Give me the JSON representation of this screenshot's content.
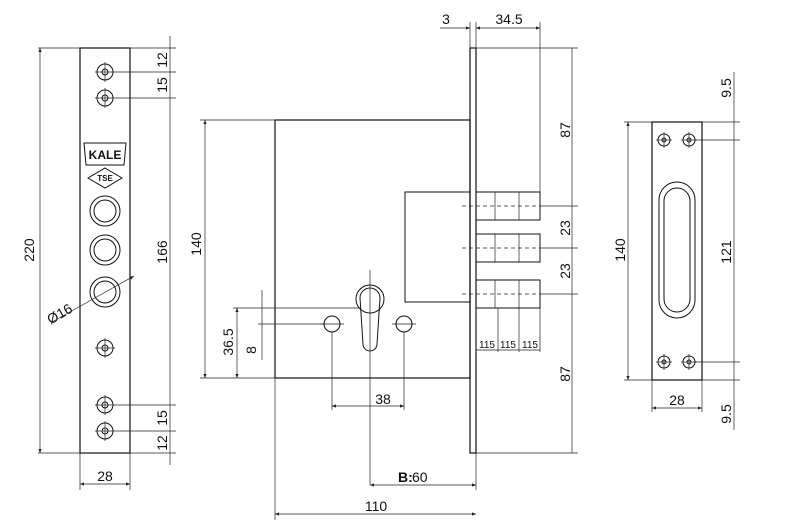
{
  "brand": {
    "logo": "KALE",
    "mark": "TSE"
  },
  "front_plate": {
    "dims": {
      "height": "220",
      "hole_span": "166",
      "top_1": "12",
      "top_2": "15",
      "bot_1": "15",
      "bot_2": "12",
      "width": "28",
      "diameter": "Ø16"
    }
  },
  "side_view": {
    "dims": {
      "body_height": "140",
      "cyl_height": "36.5",
      "cyl_small": "8",
      "hole_spacing": "38",
      "backset_label": "B:",
      "backset_value": "60",
      "depth": "110",
      "plate_thk": "3",
      "throw": "34.5",
      "top_87": "87",
      "bot_87": "87",
      "bolt_23a": "23",
      "bolt_23b": "23",
      "bolt_w1": "115",
      "bolt_w2": "115",
      "bolt_w3": "115"
    }
  },
  "strike_plate": {
    "dims": {
      "height": "140",
      "inner": "121",
      "top_gap": "9.5",
      "bot_gap": "9.5",
      "width": "28"
    }
  }
}
